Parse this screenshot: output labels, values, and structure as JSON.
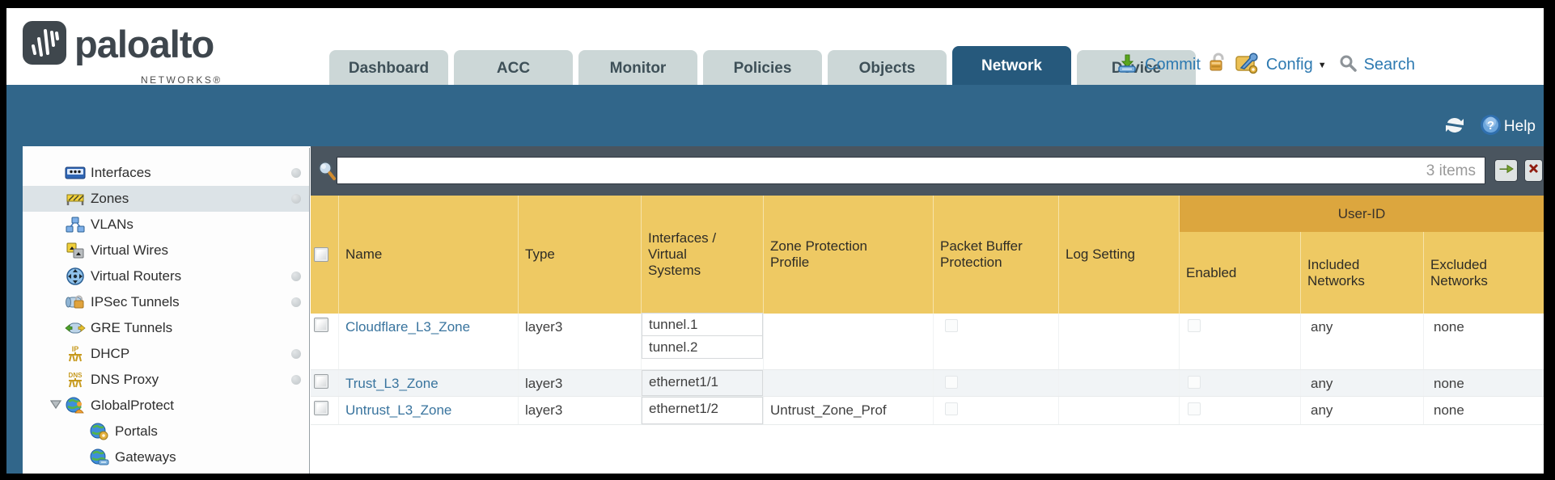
{
  "brand": {
    "logo_text": "paloalto",
    "logo_sub": "NETWORKS®",
    "logo_icon": "paloalto-pulse-icon"
  },
  "nav": {
    "tabs": [
      {
        "label": "Dashboard",
        "active": false
      },
      {
        "label": "ACC",
        "active": false
      },
      {
        "label": "Monitor",
        "active": false
      },
      {
        "label": "Policies",
        "active": false
      },
      {
        "label": "Objects",
        "active": false
      },
      {
        "label": "Network",
        "active": true
      },
      {
        "label": "Device",
        "active": false
      }
    ],
    "utilities": {
      "commit_label": "Commit",
      "commit_icon": "commit-icon",
      "lock_icon": "unlocked-padlock-icon",
      "config_label": "Config",
      "config_icon": "config-tools-icon",
      "config_caret": "▼",
      "search_label": "Search",
      "search_icon": "search-icon"
    }
  },
  "toolbar": {
    "refresh_icon": "refresh-icon",
    "help_icon": "help-icon",
    "help_label": "Help"
  },
  "sidebar": {
    "selected": "Zones",
    "items": [
      {
        "label": "Interfaces",
        "icon": "interfaces-icon",
        "dot": true,
        "child": false
      },
      {
        "label": "Zones",
        "icon": "zones-icon",
        "dot": true,
        "child": false,
        "selected": true
      },
      {
        "label": "VLANs",
        "icon": "vlans-icon",
        "dot": false,
        "child": false
      },
      {
        "label": "Virtual Wires",
        "icon": "virtual-wires-icon",
        "dot": false,
        "child": false
      },
      {
        "label": "Virtual Routers",
        "icon": "virtual-routers-icon",
        "dot": true,
        "child": false
      },
      {
        "label": "IPSec Tunnels",
        "icon": "ipsec-tunnels-icon",
        "dot": true,
        "child": false
      },
      {
        "label": "GRE Tunnels",
        "icon": "gre-tunnels-icon",
        "dot": false,
        "child": false
      },
      {
        "label": "DHCP",
        "icon": "dhcp-icon",
        "dot": true,
        "child": false
      },
      {
        "label": "DNS Proxy",
        "icon": "dns-proxy-icon",
        "dot": true,
        "child": false
      },
      {
        "label": "GlobalProtect",
        "icon": "globalprotect-icon",
        "dot": false,
        "child": false,
        "expanded": true
      },
      {
        "label": "Portals",
        "icon": "portals-icon",
        "dot": false,
        "child": true
      },
      {
        "label": "Gateways",
        "icon": "gateways-icon",
        "dot": false,
        "child": true
      }
    ]
  },
  "filter": {
    "value": "",
    "count_label": "3 items",
    "apply_icon": "green-arrow-icon",
    "clear_icon": "red-x-icon",
    "magnifier_icon": "search-filter-icon"
  },
  "table": {
    "group_header": "User-ID",
    "columns": {
      "name": "Name",
      "type": "Type",
      "interfaces": "Interfaces / Virtual Systems",
      "zone_protection_profile": "Zone Protection Profile",
      "packet_buffer_protection": "Packet Buffer Protection",
      "log_setting": "Log Setting",
      "enabled": "Enabled",
      "included_networks": "Included Networks",
      "excluded_networks": "Excluded Networks"
    },
    "rows": [
      {
        "name": "Cloudflare_L3_Zone",
        "type": "layer3",
        "interfaces": [
          "tunnel.1",
          "tunnel.2"
        ],
        "zone_protection_profile": "",
        "log_setting": "",
        "included_networks": "any",
        "excluded_networks": "none"
      },
      {
        "name": "Trust_L3_Zone",
        "type": "layer3",
        "interfaces": [
          "ethernet1/1"
        ],
        "zone_protection_profile": "",
        "log_setting": "",
        "included_networks": "any",
        "excluded_networks": "none"
      },
      {
        "name": "Untrust_L3_Zone",
        "type": "layer3",
        "interfaces": [
          "ethernet1/2"
        ],
        "zone_protection_profile": "Untrust_Zone_Prof",
        "log_setting": "",
        "included_networks": "any",
        "excluded_networks": "none"
      }
    ]
  }
}
